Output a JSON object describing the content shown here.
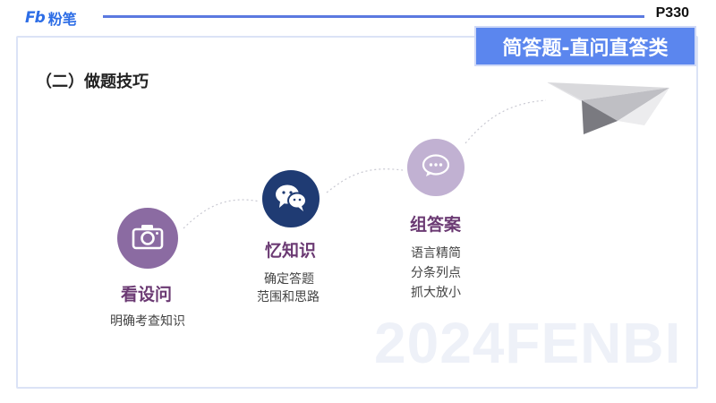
{
  "header": {
    "logo_mark": "Fb",
    "logo_text": "粉笔",
    "page_number": "P330",
    "title": "简答题-直问直答类"
  },
  "section": {
    "title": "（二）做题技巧"
  },
  "steps": [
    {
      "label": "看设问",
      "lines": [
        "明确考查知识"
      ],
      "icon": "camera-icon",
      "color": "#8b6ba2"
    },
    {
      "label": "忆知识",
      "lines": [
        "确定答题",
        "范围和思路"
      ],
      "icon": "chat-bubbles-icon",
      "color": "#1f3b73"
    },
    {
      "label": "组答案",
      "lines": [
        "语言精简",
        "分条列点",
        "抓大放小"
      ],
      "icon": "speech-bubble-icon",
      "color": "#c1b1d2"
    }
  ],
  "watermark": "2024FENBI",
  "colors": {
    "accent": "#5b86ee",
    "label": "#6b3a73"
  }
}
